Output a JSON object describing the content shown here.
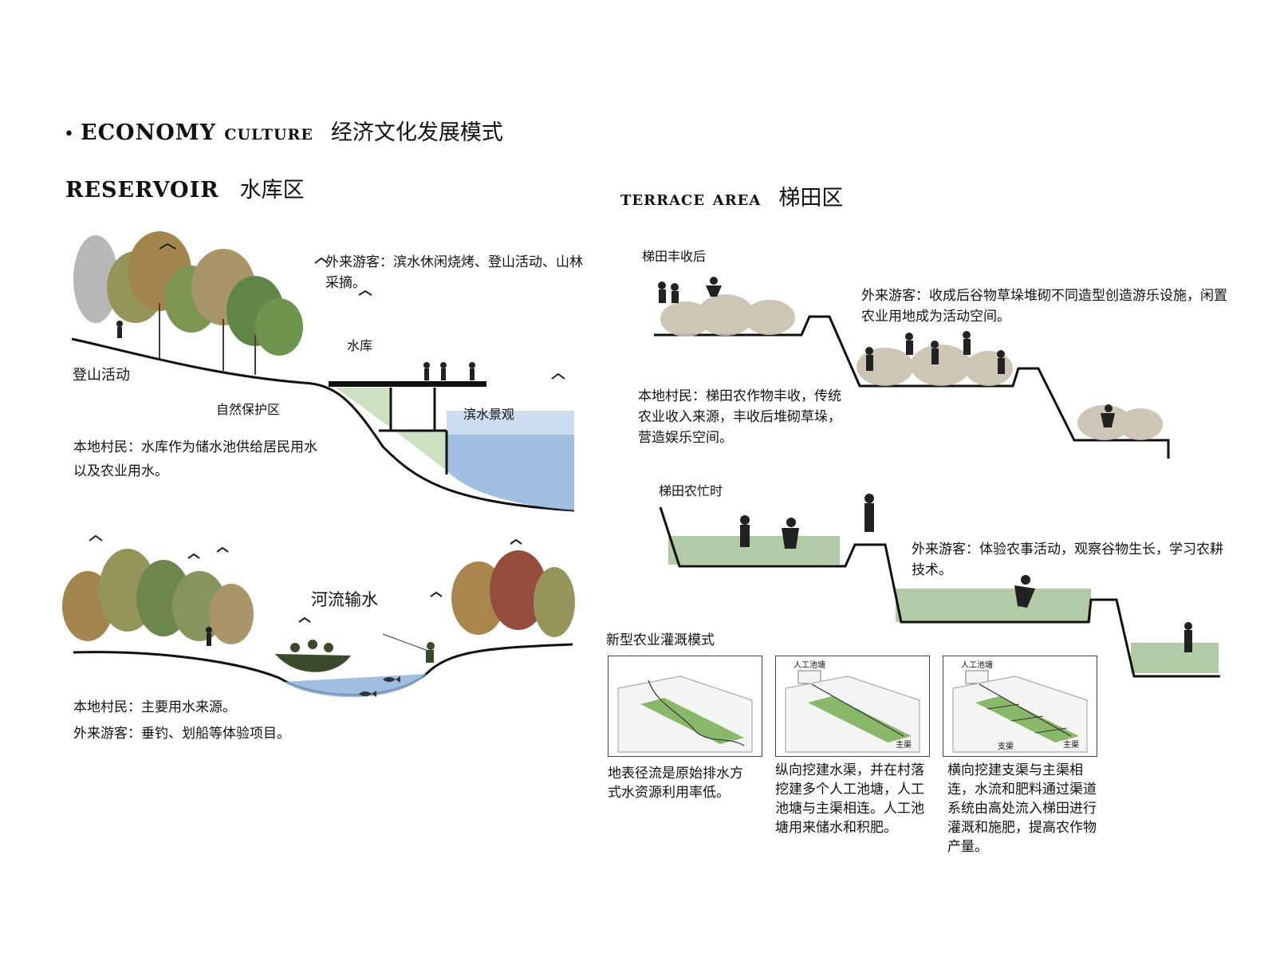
{
  "header": {
    "bullet": "•",
    "title_en": "ECONOMY culture",
    "title_cn": "经济文化发展模式"
  },
  "reservoir": {
    "title_en": "RESERVOIR",
    "title_cn": "水库区",
    "visitors": "外来游客：滨水休闲烧烤、登山活动、山林采摘。",
    "reservoir_label": "水库",
    "hiking": "登山活动",
    "nature_reserve": "自然保护区",
    "waterfront": "滨水景观",
    "villagers": "本地村民：水库作为储水池供给居民用水以及农业用水。"
  },
  "river": {
    "title_cn": "河流输水",
    "villagers": "本地村民：主要用水来源。",
    "visitors": "外来游客：垂钓、划船等体验项目。"
  },
  "terrace": {
    "title_en": "terrace area",
    "title_cn": "梯田区",
    "after_harvest": "梯田丰收后",
    "visitors_harvest": "外来游客：收成后谷物草垛堆砌不同造型创造游乐设施，闲置农业用地成为活动空间。",
    "villagers_harvest": "本地村民：梯田农作物丰收，传统农业收入来源，丰收后堆砌草垛，营造娱乐空间。",
    "busy_season": "梯田农忙时",
    "visitors_busy": "外来游客：体验农事活动，观察谷物生长，学习农耕技术。"
  },
  "irrigation": {
    "title": "新型农业灌溉模式",
    "panels": [
      {
        "caption": "地表径流是原始排水方式水资源利用率低。",
        "labels": []
      },
      {
        "caption": "纵向挖建水渠，并在村落挖建多个人工池塘，人工池塘与主渠相连。人工池塘用来储水和积肥。",
        "labels": [
          "人工池塘",
          "主渠"
        ]
      },
      {
        "caption": "横向挖建支渠与主渠相连，水流和肥料通过渠道系统由高处流入梯田进行灌溉和施肥，提高农作物产量。",
        "labels": [
          "人工池塘",
          "支渠",
          "主渠"
        ]
      }
    ]
  },
  "colors": {
    "water": "#8fb3d9",
    "water_light": "#cfe0f0",
    "ground_line": "#111111",
    "tree_green": "#5e7a3a",
    "tree_olive": "#8a8a4a",
    "tree_brown": "#9a6a3a",
    "grass": "#6aa84f",
    "silhouette": "#222222"
  }
}
